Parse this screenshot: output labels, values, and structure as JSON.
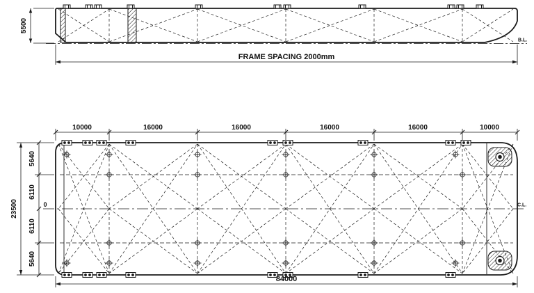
{
  "side_view": {
    "depth_dim": "5500",
    "frame_spacing_label": "FRAME SPACING 2000mm",
    "baseline_label": "B.L."
  },
  "plan_view": {
    "top_dims": [
      "10000",
      "16000",
      "16000",
      "16000",
      "16000",
      "10000"
    ],
    "overall_breadth_dim": "23500",
    "half_breadth_dims": [
      "5640",
      "6110",
      "0",
      "6110",
      "5640"
    ],
    "overall_length_dim": "84000",
    "centerline_label": "C.L."
  },
  "colors": {
    "line": "#1a1a1a",
    "background": "#ffffff"
  }
}
